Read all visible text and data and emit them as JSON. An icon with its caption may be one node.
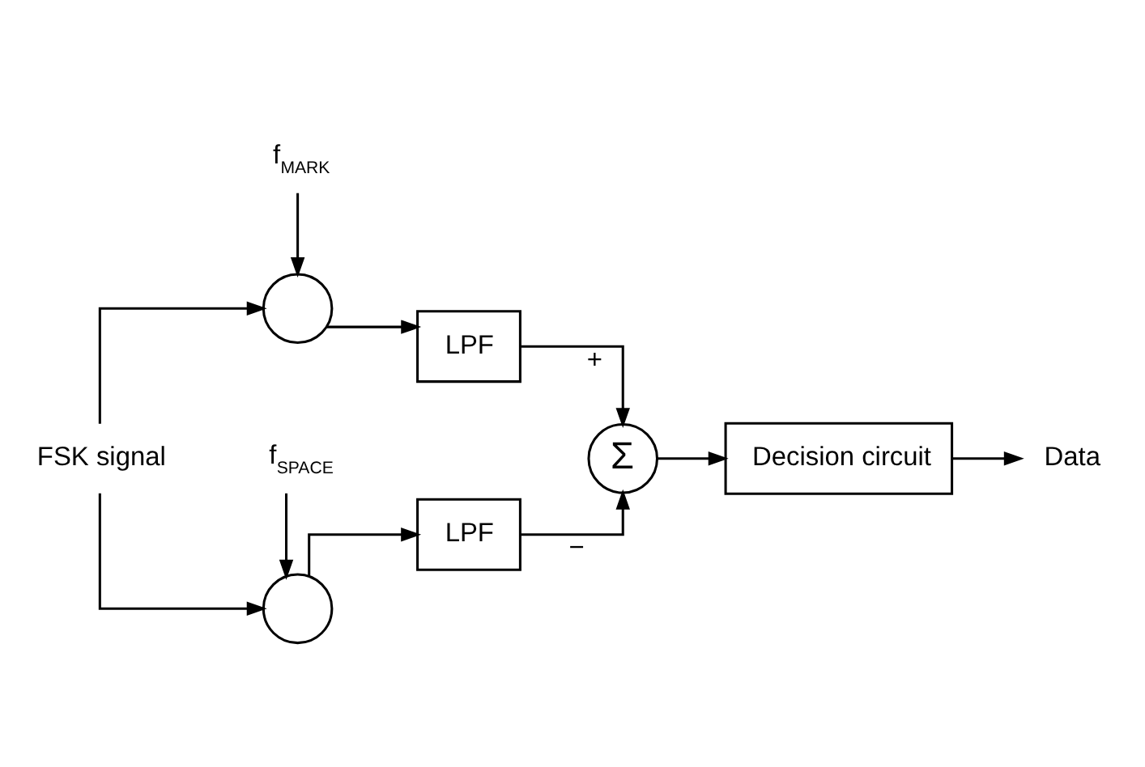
{
  "diagram": {
    "nodes": [
      {
        "text": [
          "f$_{MARK}$"
        ]
      },
      {
        "text": [
          "FSK signal"
        ]
      },
      {
        "text": [],
        "shape": "circle"
      },
      {
        "text": [
          "LPF"
        ]
      },
      {
        "text": [
          "Σ"
        ]
      },
      {
        "text": [
          "Decision circuit"
        ]
      },
      {
        "text": [
          "Data"
        ]
      },
      {
        "text": [],
        "shape": "circle"
      },
      {
        "text": [
          "LPF"
        ]
      },
      {
        "text": [
          "f$_{SPACE}$"
        ]
      }
    ],
    "edges": [
      {
        "from": 0,
        "to": 2,
        "arrow": "to"
      },
      {
        "from": 1,
        "to": 2,
        "arrow": "to"
      },
      {
        "from": 1,
        "to": 7,
        "arrow": "to"
      },
      {
        "from": 2,
        "to": 3,
        "arrow": "to"
      },
      {
        "from": 3,
        "to": 4,
        "label": "+",
        "arrow": "to"
      },
      {
        "from": 7,
        "to": 8,
        "arrow": "to"
      },
      {
        "from": 8,
        "to": 4,
        "label": "−",
        "arrow": "to"
      },
      {
        "from": 9,
        "to": 7,
        "arrow": "to"
      },
      {
        "from": 4,
        "to": 5,
        "arrow": "to"
      },
      {
        "from": 5,
        "to": 6,
        "arrow": "to"
      }
    ]
  }
}
